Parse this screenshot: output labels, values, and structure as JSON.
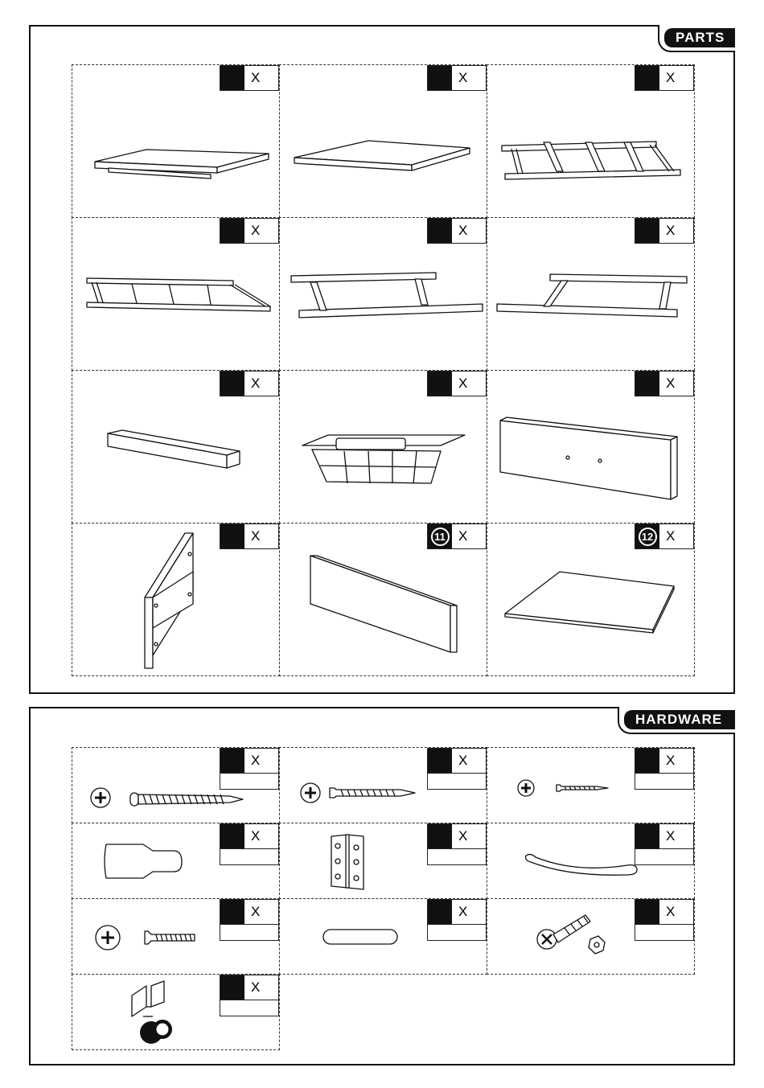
{
  "parts": {
    "title": "PARTS",
    "items": [
      {
        "label": "",
        "mult": "X",
        "icon": "top-panel-icon"
      },
      {
        "label": "",
        "mult": "X",
        "icon": "panel-board-icon"
      },
      {
        "label": "",
        "mult": "X",
        "icon": "ladder-frame-icon"
      },
      {
        "label": "",
        "mult": "X",
        "icon": "side-frame-icon"
      },
      {
        "label": "",
        "mult": "X",
        "icon": "leg-frame-left-icon"
      },
      {
        "label": "",
        "mult": "X",
        "icon": "leg-frame-right-icon"
      },
      {
        "label": "",
        "mult": "X",
        "icon": "rail-bar-icon"
      },
      {
        "label": "",
        "mult": "X",
        "icon": "wire-basket-icon"
      },
      {
        "label": "",
        "mult": "X",
        "icon": "back-panel-icon"
      },
      {
        "label": "",
        "mult": "X",
        "icon": "door-panel-icon"
      },
      {
        "label": "11",
        "mult": "X",
        "icon": "drawer-front-icon"
      },
      {
        "label": "12",
        "mult": "X",
        "icon": "bottom-board-icon"
      }
    ]
  },
  "hardware": {
    "title": "HARDWARE",
    "items": [
      {
        "label": "",
        "mult": "X",
        "icon": "long-screw-icon"
      },
      {
        "label": "",
        "mult": "X",
        "icon": "medium-screw-icon"
      },
      {
        "label": "",
        "mult": "X",
        "icon": "short-screw-icon"
      },
      {
        "label": "",
        "mult": "X",
        "icon": "cam-dowel-icon"
      },
      {
        "label": "",
        "mult": "X",
        "icon": "hinge-icon"
      },
      {
        "label": "",
        "mult": "X",
        "icon": "handle-icon"
      },
      {
        "label": "",
        "mult": "X",
        "icon": "machine-screw-icon"
      },
      {
        "label": "",
        "mult": "X",
        "icon": "wood-dowel-icon"
      },
      {
        "label": "",
        "mult": "X",
        "icon": "bolt-nut-icon"
      },
      {
        "label": "",
        "mult": "X",
        "icon": "caster-wheel-icon"
      }
    ]
  }
}
